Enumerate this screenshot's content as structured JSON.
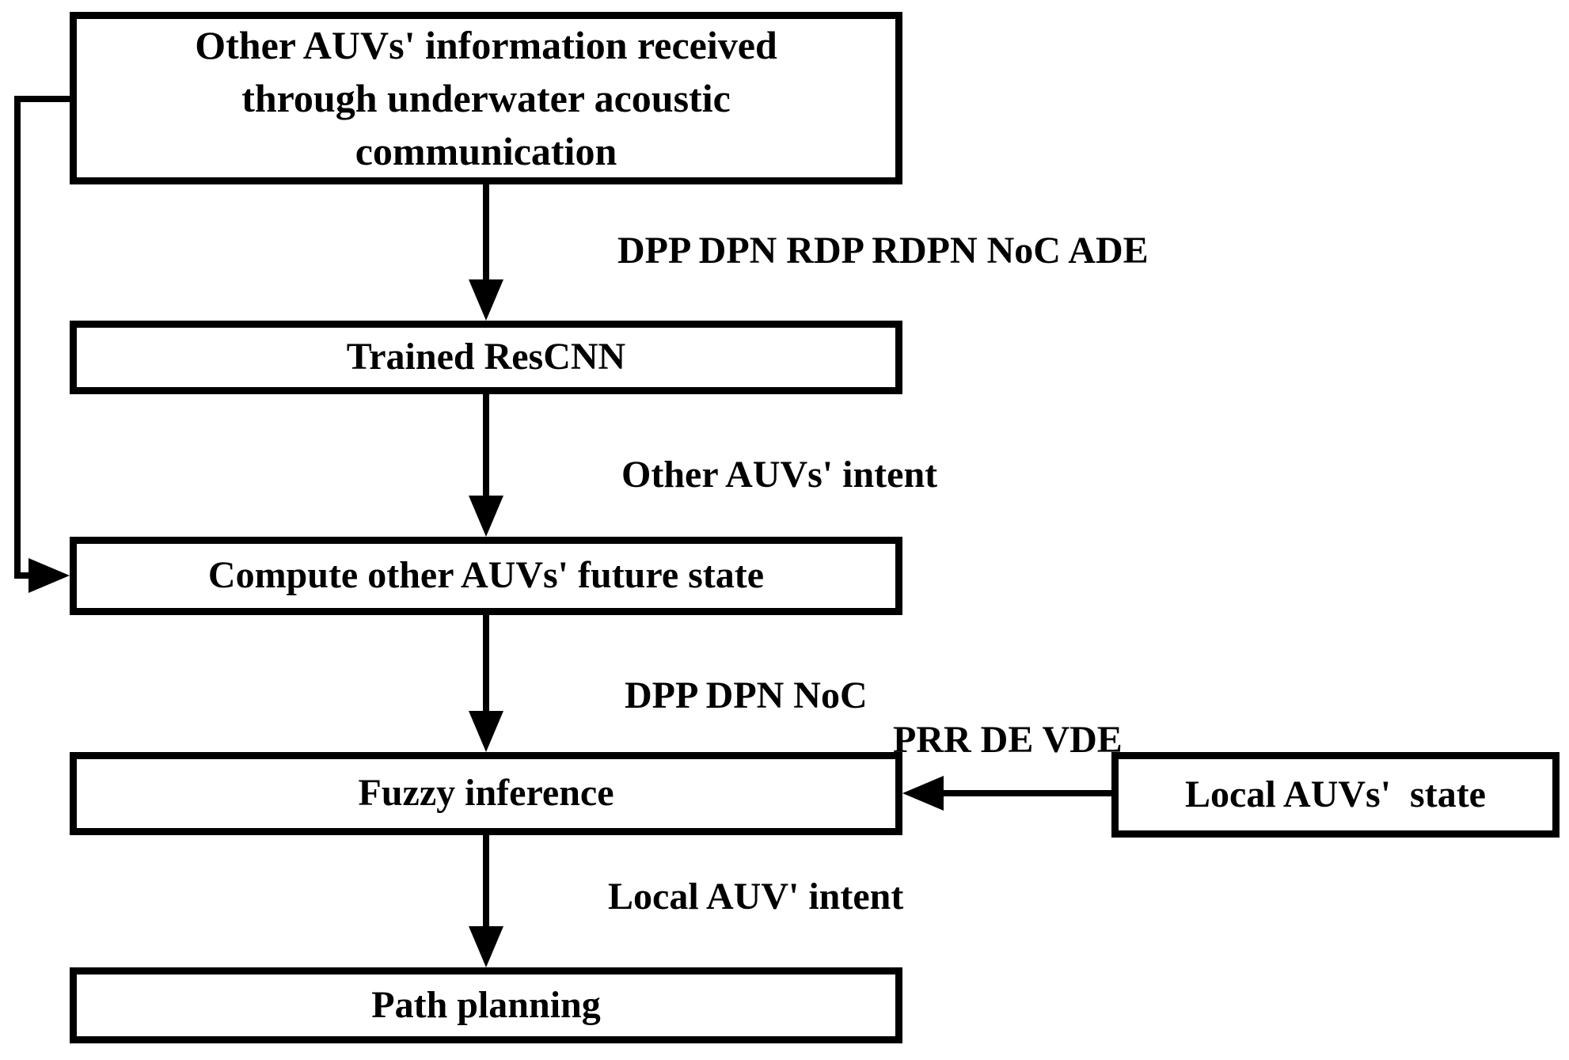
{
  "colors": {
    "line": "#000000",
    "background": "#ffffff",
    "box_fill": "#ffffff"
  },
  "boxes": {
    "info_received": {
      "label": "Other AUVs' information received through underwater acoustic communication",
      "lines": [
        "Other AUVs' information received",
        "through underwater acoustic",
        "communication"
      ]
    },
    "trained_rescnn": {
      "label": "Trained ResCNN"
    },
    "compute_future_state": {
      "label": "Compute other AUVs' future state"
    },
    "fuzzy_inference": {
      "label": "Fuzzy inference"
    },
    "local_auv_state": {
      "label": "Local AUVs'  state"
    },
    "path_planning": {
      "label": "Path planning"
    }
  },
  "edge_labels": {
    "rescnn_inputs": "DPP DPN RDP RDPN NoC ADE",
    "other_auvs_intent": "Other AUVs' intent",
    "fuzzy_inputs": "DPP DPN NoC",
    "local_state_inputs": "PRR DE VDE",
    "local_auv_intent": "Local AUV' intent"
  }
}
